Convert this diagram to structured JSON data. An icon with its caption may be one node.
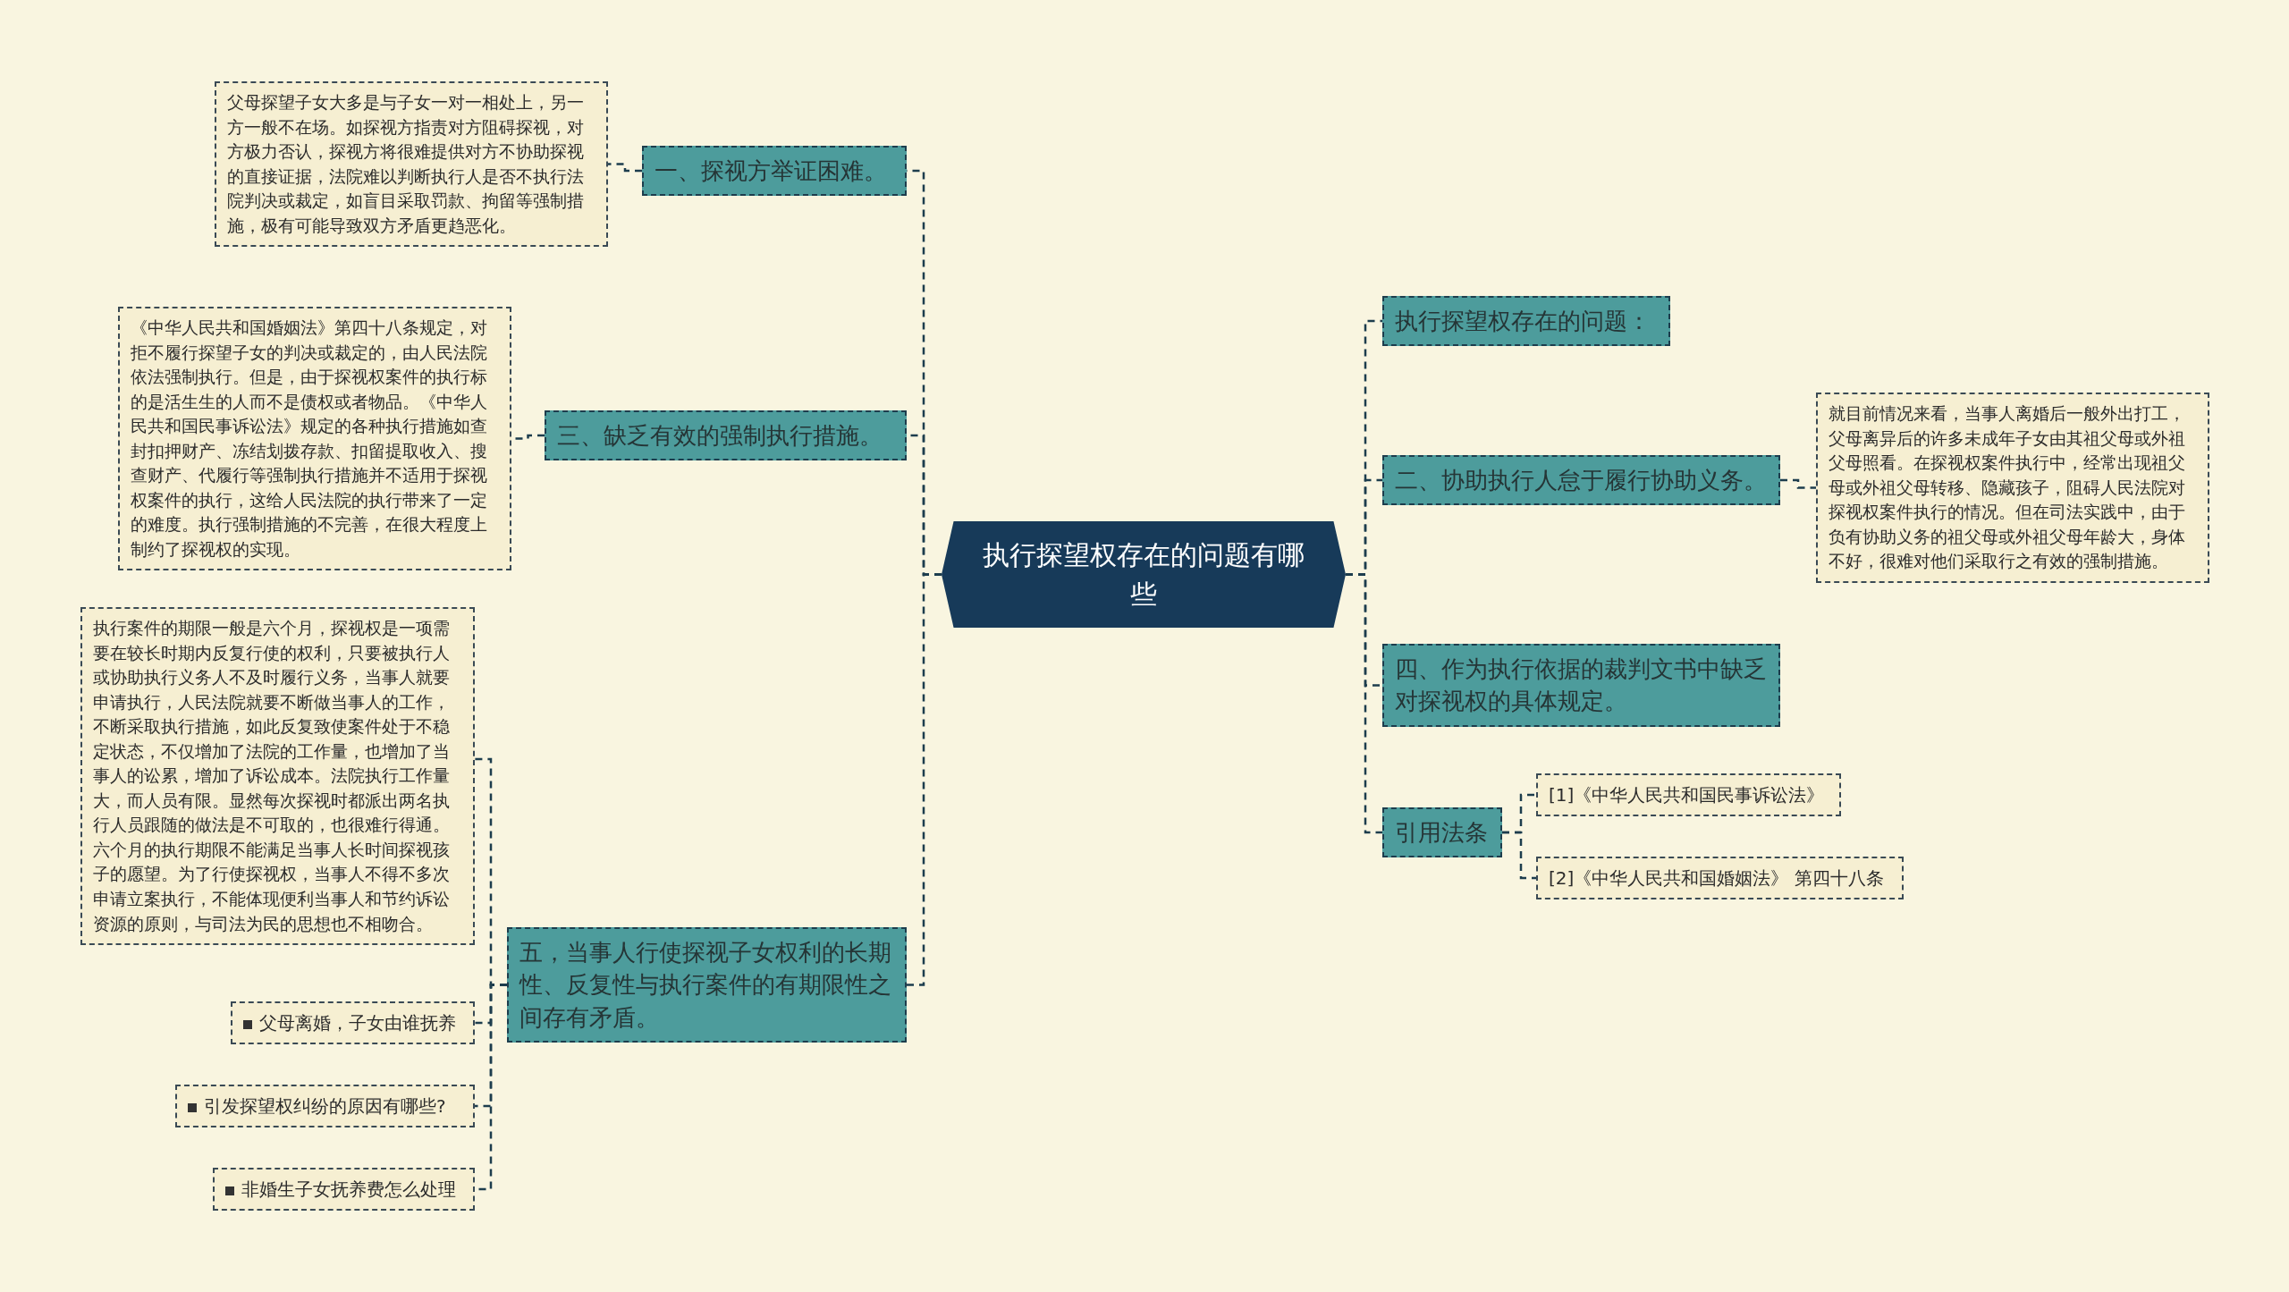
{
  "diagram": {
    "nodes": [
      {
        "text": [
          "执行探望权存在的问题有哪些"
        ]
      },
      {
        "text": [
          "一、探视方举证困难。"
        ]
      },
      {
        "text": [
          "父母探望子女大多是与子女一对一相处上，另一方一般不在场。如探视方指责对方阻碍探视，对方极力否认，探视方将很难提供对方不协助探视的直接证据，法院难以判断执行人是否不执行法院判决或裁定，如盲目采取罚款、拘留等强制措施，极有可能导致双方矛盾更趋恶化。"
        ]
      },
      {
        "text": [
          "三、缺乏有效的强制执行措施。"
        ]
      },
      {
        "text": [
          "《中华人民共和国婚姻法》第四十八条规定，对拒不履行探望子女的判决或裁定的，由人民法院依法强制执行。但是，由于探视权案件的执行标的是活生生的人而不是债权或者物品。《中华人民共和国民事诉讼法》规定的各种执行措施如查封扣押财产、冻结划拨存款、扣留提取收入、搜查财产、代履行等强制执行措施并不适用于探视权案件的执行，这给人民法院的执行带来了一定的难度。执行强制措施的不完善，在很大程度上制约了探视权的实现。"
        ]
      },
      {
        "text": [
          "五，当事人行使探视子女权利的长期性、反复性与执行案件的有期限性之间存有矛盾。"
        ]
      },
      {
        "text": [
          "执行案件的期限一般是六个月，探视权是一项需要在较长时期内反复行使的权利，只要被执行人或协助执行义务人不及时履行义务，当事人就要申请执行，人民法院就要不断做当事人的工作，不断采取执行措施，如此反复致使案件处于不稳定状态，不仅增加了法院的工作量，也增加了当事人的讼累，增加了诉讼成本。法院执行工作量大，而人员有限。显然每次探视时都派出两名执行人员跟随的做法是不可取的，也很难行得通。六个月的执行期限不能满足当事人长时间探视孩子的愿望。为了行使探视权，当事人不得不多次申请立案执行，不能体现便利当事人和节约诉讼资源的原则，与司法为民的思想也不相吻合。"
        ]
      },
      {
        "text": [
          "父母离婚，子女由谁抚养"
        ]
      },
      {
        "text": [
          "引发探望权纠纷的原因有哪些?"
        ]
      },
      {
        "text": [
          "非婚生子女抚养费怎么处理"
        ]
      },
      {
        "text": [
          "执行探望权存在的问题："
        ]
      },
      {
        "text": [
          "二、协助执行人怠于履行协助义务。"
        ]
      },
      {
        "text": [
          "就目前情况来看，当事人离婚后一般外出打工，父母离异后的许多未成年子女由其祖父母或外祖父母照看。在探视权案件执行中，经常出现祖父母或外祖父母转移、隐藏孩子，阻碍人民法院对探视权案件执行的情况。但在司法实践中，由于负有协助义务的祖父母或外祖父母年龄大，身体不好，很难对他们采取行之有效的强制措施。"
        ]
      },
      {
        "text": [
          "四、作为执行依据的裁判文书中缺乏对探视权的具体规定。"
        ]
      },
      {
        "text": [
          "引用法条"
        ]
      },
      {
        "text": [
          "[1]《中华人民共和国民事诉讼法》"
        ]
      },
      {
        "text": [
          "[2]《中华人民共和国婚姻法》 第四十八条"
        ]
      }
    ],
    "edges": [
      {
        "from": 0,
        "to": 1,
        "arrow": "none"
      },
      {
        "from": 1,
        "to": 2,
        "arrow": "none"
      },
      {
        "from": 0,
        "to": 3,
        "arrow": "none"
      },
      {
        "from": 3,
        "to": 4,
        "arrow": "none"
      },
      {
        "from": 0,
        "to": 5,
        "arrow": "none"
      },
      {
        "from": 5,
        "to": 6,
        "arrow": "none"
      },
      {
        "from": 5,
        "to": 7,
        "arrow": "none"
      },
      {
        "from": 5,
        "to": 8,
        "arrow": "none"
      },
      {
        "from": 5,
        "to": 9,
        "arrow": "none"
      },
      {
        "from": 0,
        "to": 10,
        "arrow": "none"
      },
      {
        "from": 0,
        "to": 11,
        "arrow": "none"
      },
      {
        "from": 11,
        "to": 12,
        "arrow": "none"
      },
      {
        "from": 0,
        "to": 13,
        "arrow": "none"
      },
      {
        "from": 0,
        "to": 14,
        "arrow": "none"
      },
      {
        "from": 14,
        "to": 15,
        "arrow": "none"
      },
      {
        "from": 14,
        "to": 16,
        "arrow": "none"
      }
    ]
  }
}
